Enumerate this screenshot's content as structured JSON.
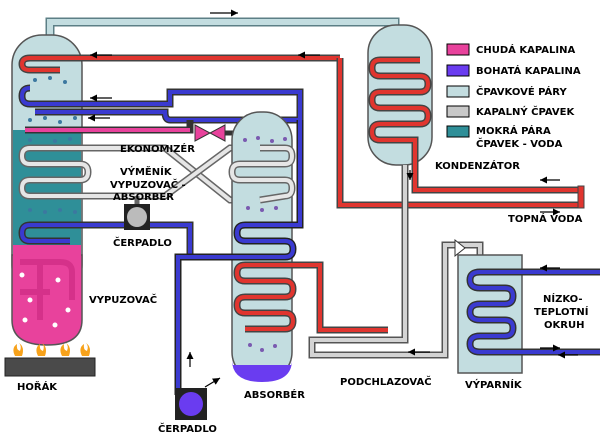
{
  "legend": [
    {
      "label": "CHUDÁ KAPALINA",
      "color": "#e8429c"
    },
    {
      "label": "BOHATÁ KAPALINA",
      "color": "#6a3cf0"
    },
    {
      "label": "ČPAVKOVÉ PÁRY",
      "color": "#c3dde0"
    },
    {
      "label": "KAPALNÝ ČPAVEK",
      "color": "#c8c8c8"
    },
    {
      "label": "MOKRÁ PÁRA",
      "label2": "ČPAVEK - VODA",
      "color": "#2f8f98"
    }
  ],
  "labels": {
    "ekonomizer": "EKONOMIZÉR",
    "vymenik_1": "VÝMĚNÍK",
    "vymenik_2": "VYPUZOVAČ -",
    "vymenik_3": "ABSORBER",
    "cerpadlo_top": "ČERPADLO",
    "vypuzovac": "VYPUZOVAČ",
    "horak": "HOŘÁK",
    "cerpadlo_bottom": "ČERPADLO",
    "absorber": "ABSORBÉR",
    "kondenzator": "KONDENZÁTOR",
    "topna_voda": "TOPNÁ VODA",
    "nizko_1": "NÍZKO-",
    "nizko_2": "TEPLOTNÍ",
    "nizko_3": "OKRUH",
    "podchlazovac": "PODCHLAZOVAČ",
    "vyparnik": "VÝPARNÍK"
  },
  "colors": {
    "red": "#e0352f",
    "blue": "#3a3ad0",
    "vapor": "#c3dde0",
    "liquid_nh3": "#c8c8c8",
    "wet": "#2f8f98",
    "poor": "#e8429c",
    "rich": "#6a3cf0",
    "burner": "#4a4a4a"
  }
}
